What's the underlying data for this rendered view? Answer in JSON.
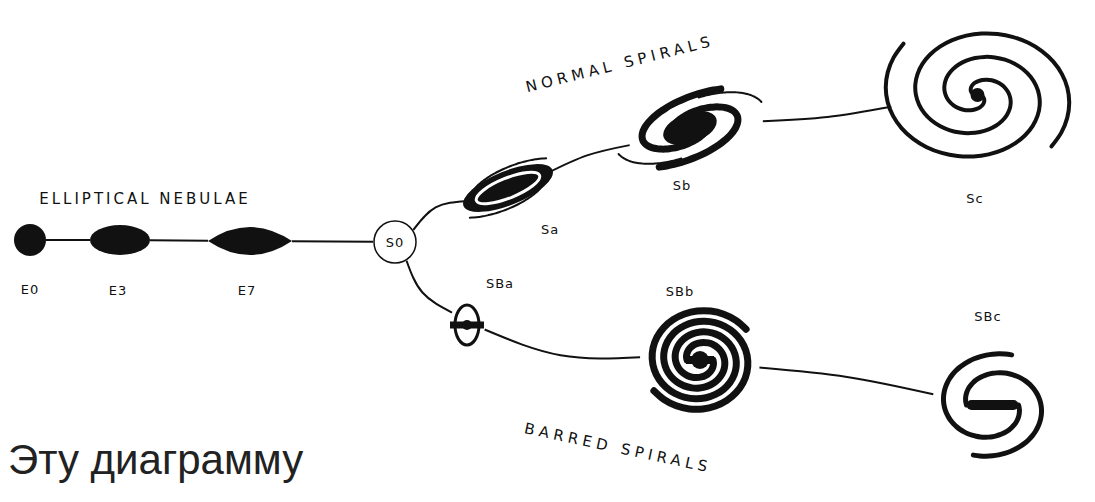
{
  "diagram": {
    "nodes": [
      {
        "text": [
          "E0"
        ]
      },
      {
        "text": [
          "E3"
        ]
      },
      {
        "text": [
          "E7"
        ]
      },
      {
        "text": [
          "S0"
        ]
      },
      {
        "text": [
          "Sa"
        ]
      },
      {
        "text": [
          "Sb"
        ]
      },
      {
        "text": [
          "Sc"
        ]
      },
      {
        "text": [
          "SBa"
        ]
      },
      {
        "text": [
          "SBb"
        ]
      },
      {
        "text": [
          "SBc"
        ]
      }
    ],
    "edges": [
      {
        "from": 0,
        "to": 1,
        "arrow": "none"
      },
      {
        "from": 1,
        "to": 2,
        "arrow": "none"
      },
      {
        "from": 2,
        "to": 3,
        "arrow": "none"
      },
      {
        "from": 3,
        "to": 4,
        "arrow": "none"
      },
      {
        "from": 4,
        "to": 5,
        "arrow": "none"
      },
      {
        "from": 5,
        "to": 6,
        "arrow": "none"
      },
      {
        "from": 3,
        "to": 7,
        "arrow": "none"
      },
      {
        "from": 7,
        "to": 8,
        "arrow": "none"
      },
      {
        "from": 8,
        "to": 9,
        "arrow": "none"
      }
    ],
    "labels": [
      "ELLIPTICAL NEBULAE",
      "NORMAL SPIRALS",
      "BARRED SPIRALS",
      "Эту диаграмму"
    ]
  }
}
